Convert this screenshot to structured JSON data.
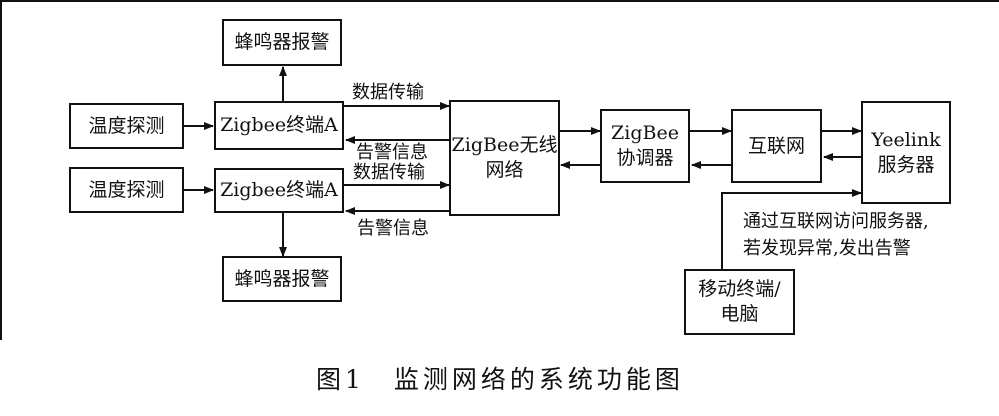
{
  "nodes": {
    "buzzer_top": "蜂鸣器报警",
    "temp_detect_1": "温度探测",
    "zigbee_terminal_1": "Zigbee终端A",
    "temp_detect_2": "温度探测",
    "zigbee_terminal_2": "Zigbee终端A",
    "buzzer_bottom": "蜂鸣器报警",
    "zigbee_network": [
      "ZigBee无线",
      "网络"
    ],
    "coordinator": [
      "ZigBee",
      "协调器"
    ],
    "internet": "互联网",
    "yeelink": [
      "Yeelink",
      "服务器"
    ],
    "mobile": [
      "移动终端/",
      "电脑"
    ]
  },
  "edge_labels": {
    "data_transfer_1": "数据传输",
    "alarm_info_1": "告警信息",
    "data_transfer_2": "数据传输",
    "alarm_info_2": "告警信息",
    "mobile_note": [
      "通过互联网访问服务器,",
      "若发现异常,发出告警"
    ]
  },
  "caption": "图1　监测网络的系统功能图"
}
